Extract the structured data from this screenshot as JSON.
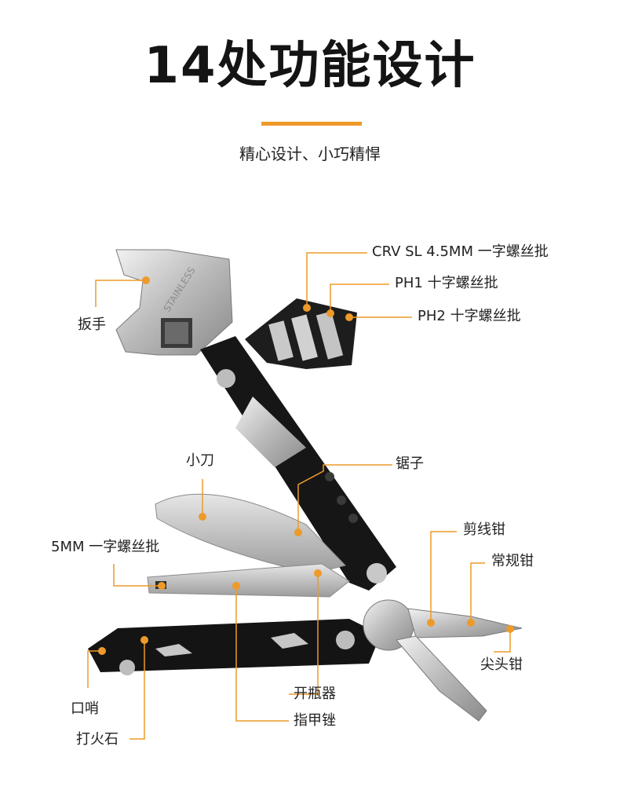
{
  "header": {
    "title": "14处功能设计",
    "subtitle": "精心设计、小巧精悍"
  },
  "accent_color": "#ee9a2a",
  "labels": {
    "crv_sl": "CRV SL 4.5MM 一字螺丝批",
    "ph1": "PH1 十字螺丝批",
    "ph2": "PH2 十字螺丝批",
    "wrench": "扳手",
    "knife": "小刀",
    "saw": "锯子",
    "flat_5mm": "5MM 一字螺丝批",
    "wire_cutter": "剪线钳",
    "regular_pliers": "常规钳",
    "needle_nose": "尖头钳",
    "whistle": "口哨",
    "flint": "打火石",
    "bottle_opener": "开瓶器",
    "nail_file": "指甲锉"
  }
}
